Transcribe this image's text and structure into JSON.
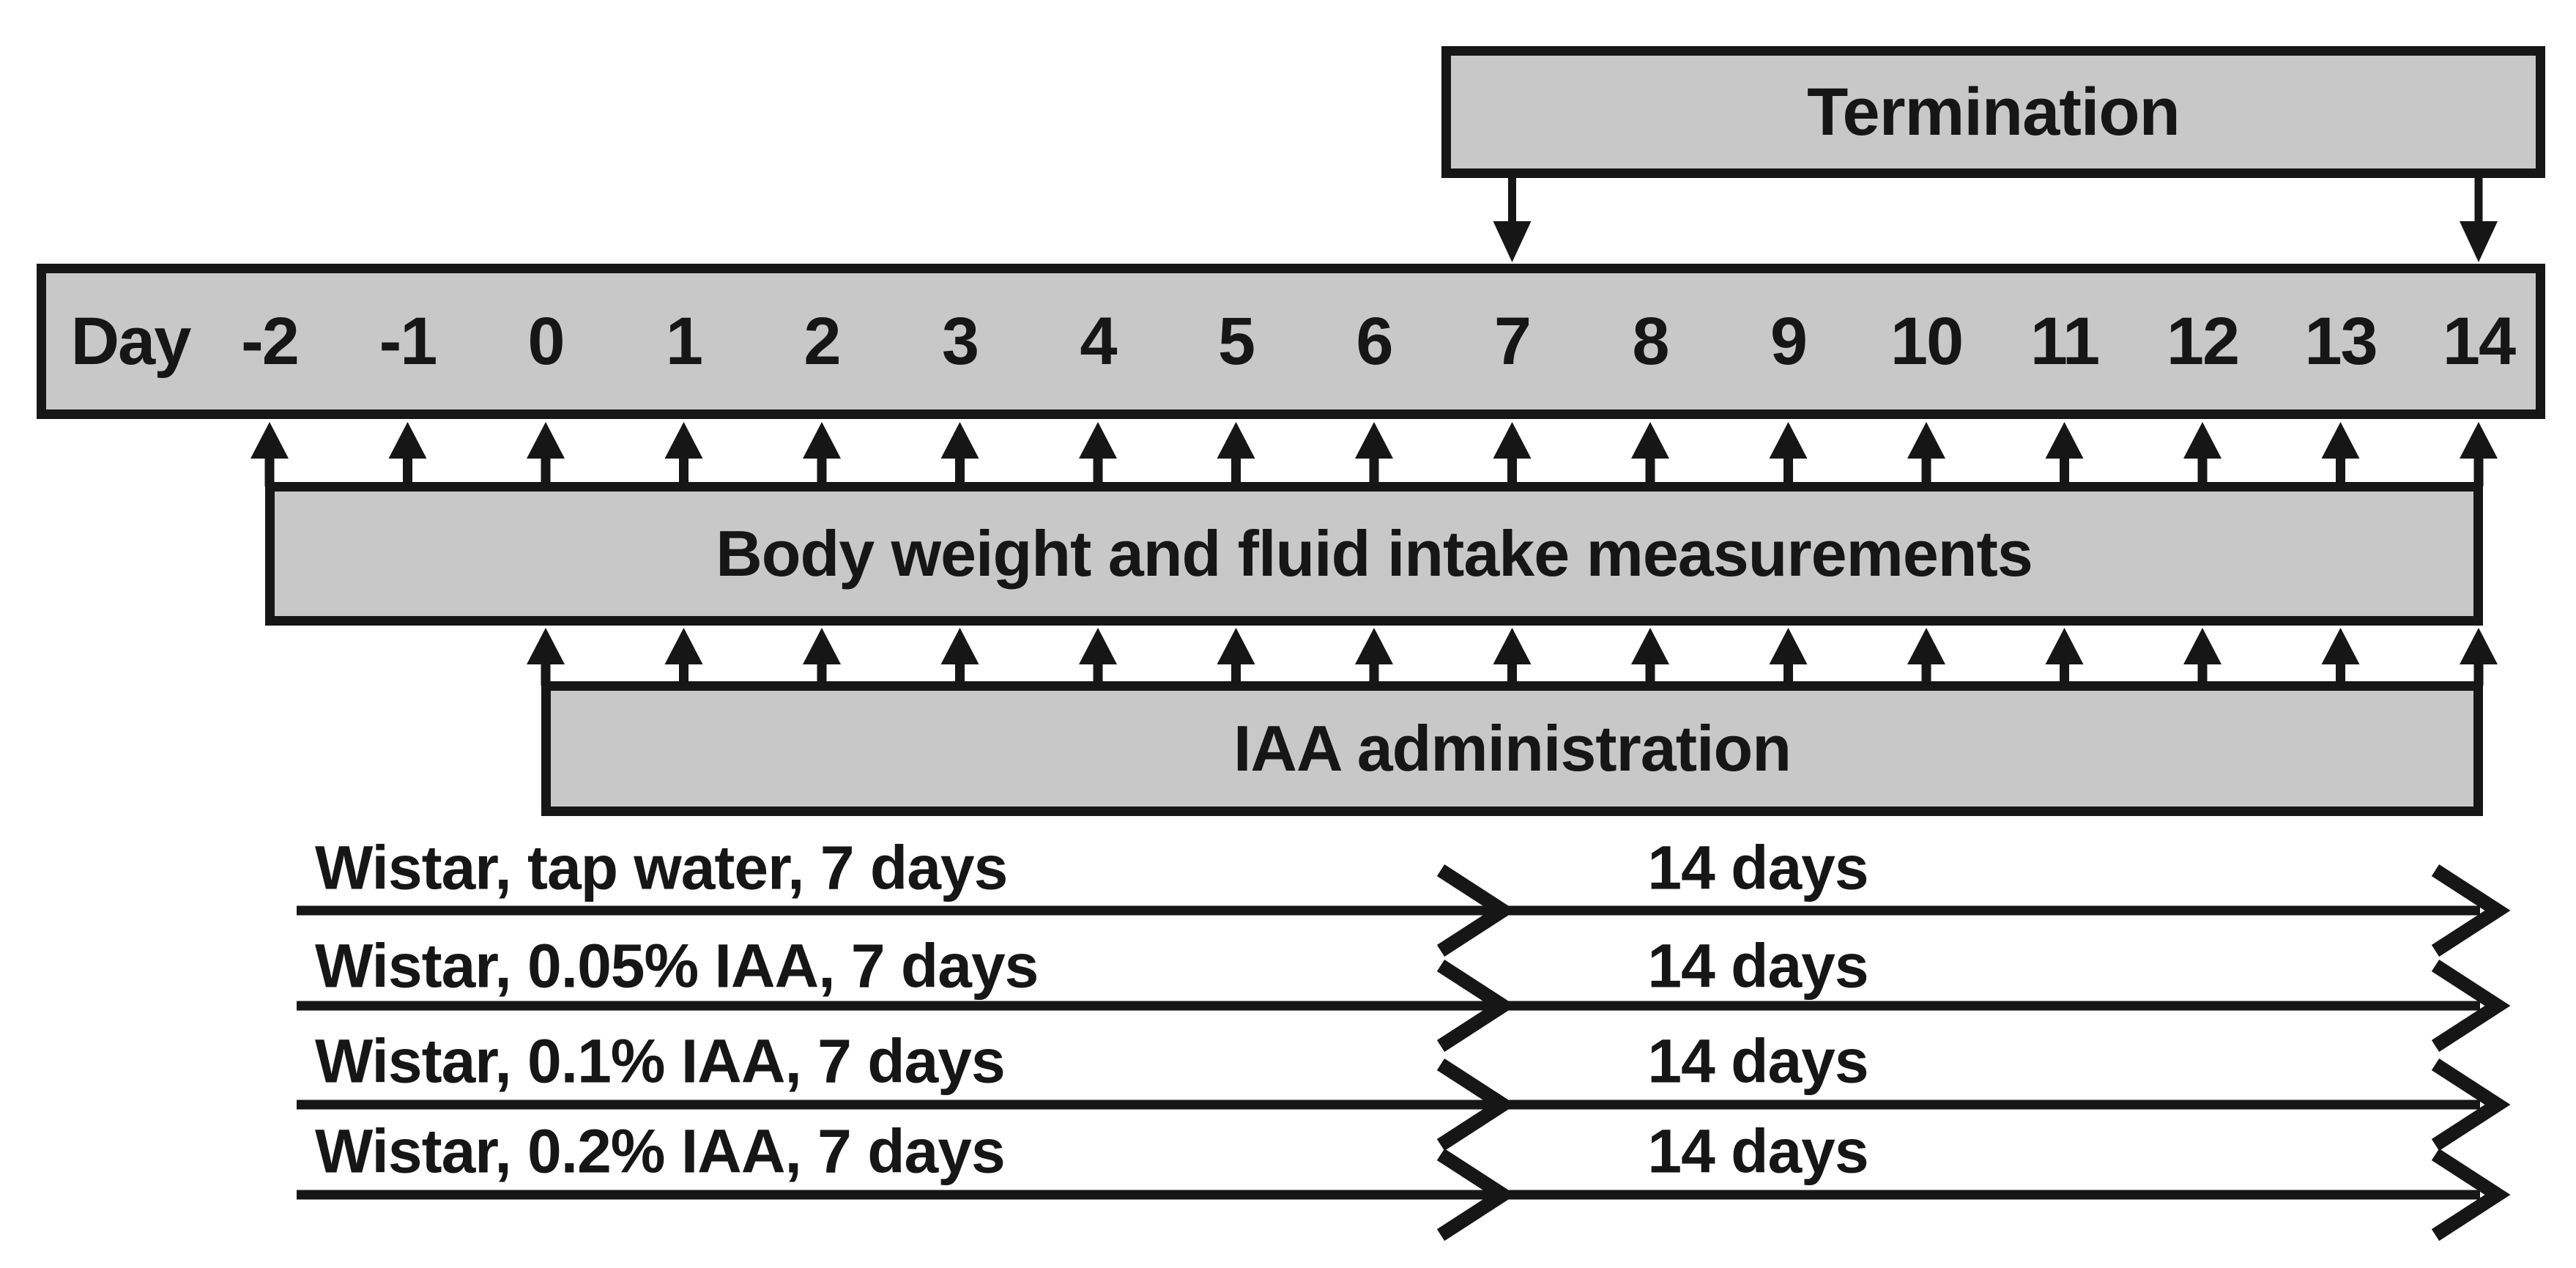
{
  "boxes": {
    "termination": "Termination",
    "body_weight": "Body weight and fluid intake measurements",
    "iaa": "IAA administration"
  },
  "day_bar": {
    "prefix": "Day",
    "days": [
      "-2",
      "-1",
      "0",
      "1",
      "2",
      "3",
      "4",
      "5",
      "6",
      "7",
      "8",
      "9",
      "10",
      "11",
      "12",
      "13",
      "14"
    ]
  },
  "arrows": {
    "termination_arrow_days": [
      7,
      14
    ],
    "measurement_arrow_days": {
      "from": -2,
      "to": 14
    },
    "iaa_arrow_days": {
      "from": 0,
      "to": 14
    }
  },
  "groups": [
    {
      "label": "Wistar, tap water, 7 days",
      "duration": "14 days"
    },
    {
      "label": "Wistar, 0.05% IAA, 7 days",
      "duration": "14 days"
    },
    {
      "label": "Wistar, 0.1% IAA, 7 days",
      "duration": "14 days"
    },
    {
      "label": "Wistar, 0.2% IAA, 7 days",
      "duration": "14 days"
    }
  ],
  "colors": {
    "box_fill": "#c8c8c8",
    "ink": "#161616",
    "background": "#ffffff"
  }
}
